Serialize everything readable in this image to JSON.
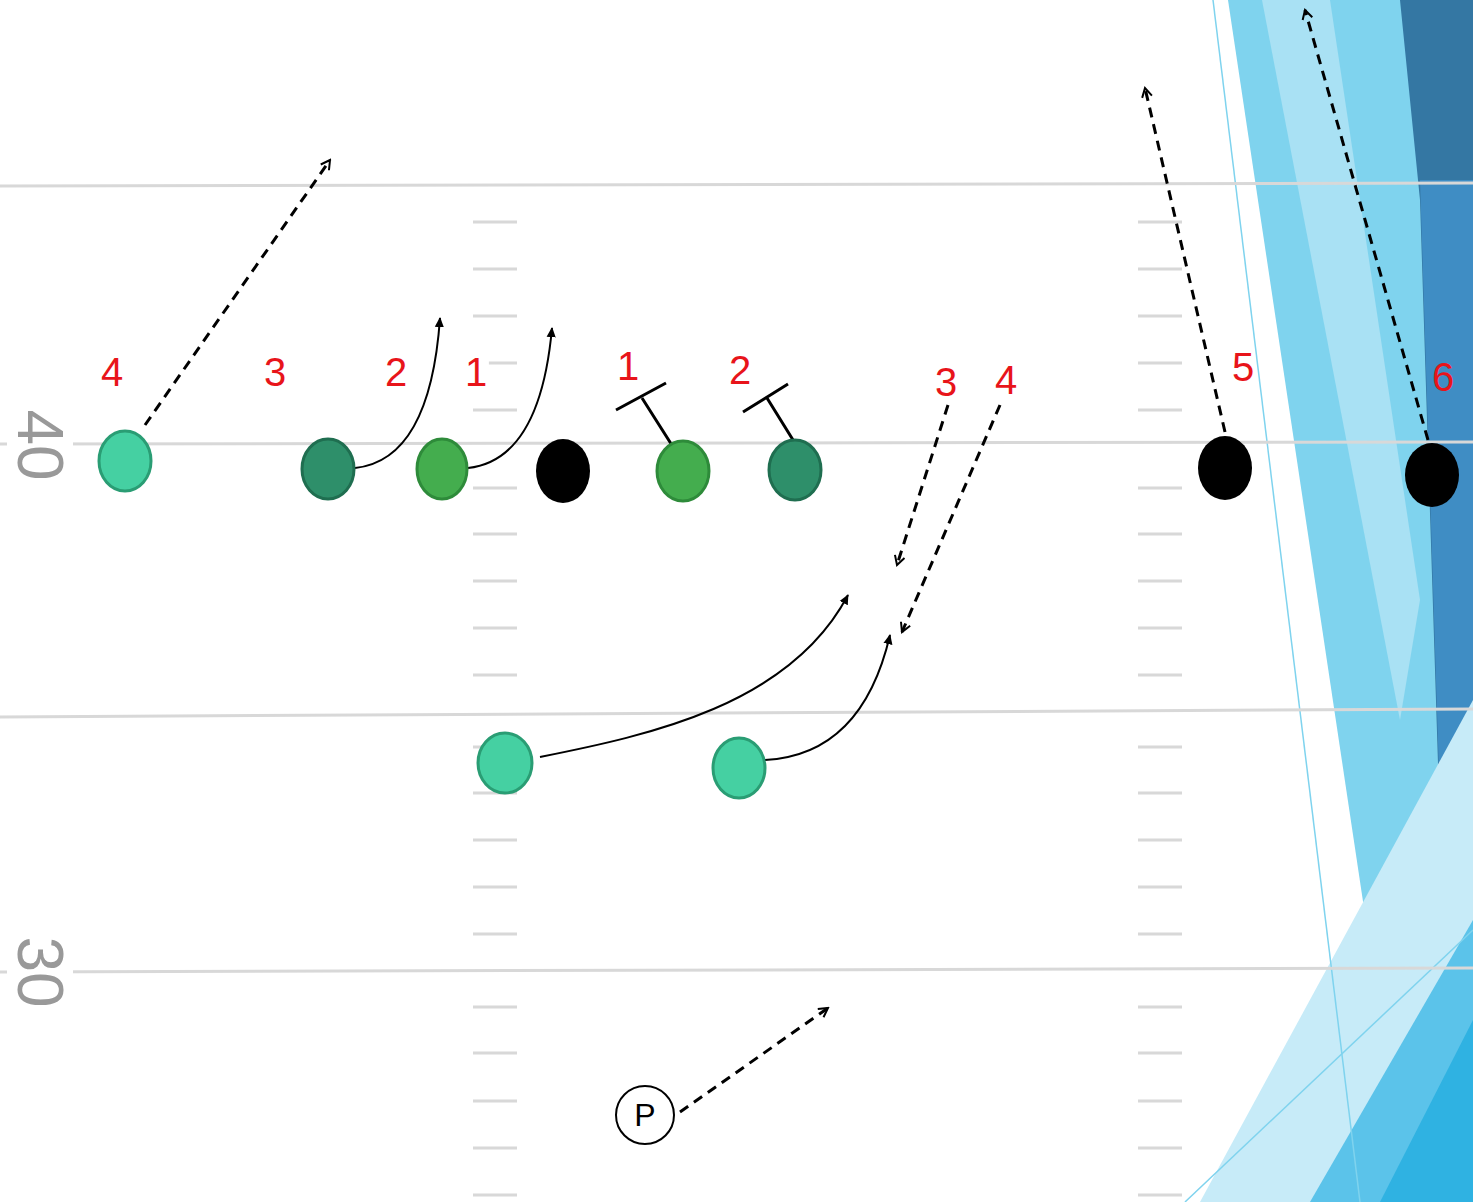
{
  "diagram": {
    "nodes": [
      {
        "text": [
          "P"
        ]
      }
    ],
    "labels": [
      "4",
      "3",
      "2",
      "1",
      "1",
      "2",
      "3",
      "4",
      "5",
      "6",
      "40",
      "30"
    ]
  }
}
